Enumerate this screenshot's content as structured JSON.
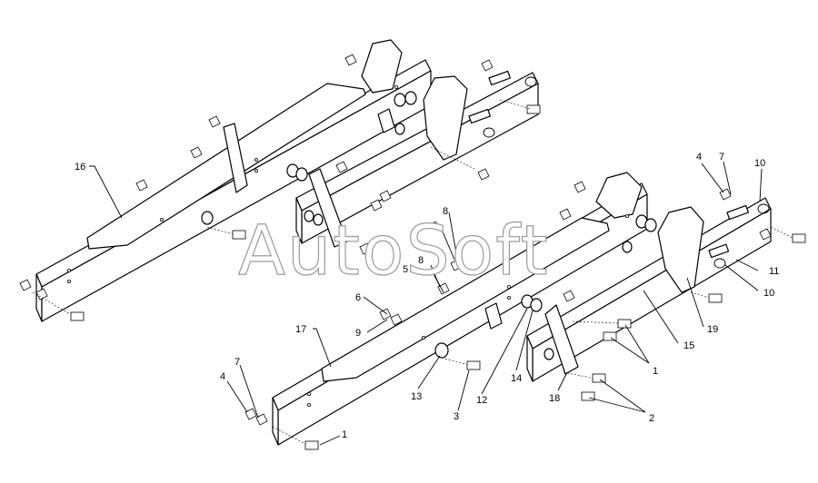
{
  "watermark": "AutoSoft",
  "callouts": {
    "c1a": "1",
    "c1b": "1",
    "c2": "2",
    "c3": "3",
    "c4a": "4",
    "c4b": "4",
    "c5a": "5",
    "c5b": "5",
    "c6": "6",
    "c7a": "7",
    "c7b": "7",
    "c8a": "8",
    "c8b": "8",
    "c9": "9",
    "c10a": "10",
    "c10b": "10",
    "c11": "11",
    "c12": "12",
    "c13": "13",
    "c14": "14",
    "c15": "15",
    "c16": "16",
    "c17": "17",
    "c18": "18",
    "c19": "19"
  }
}
